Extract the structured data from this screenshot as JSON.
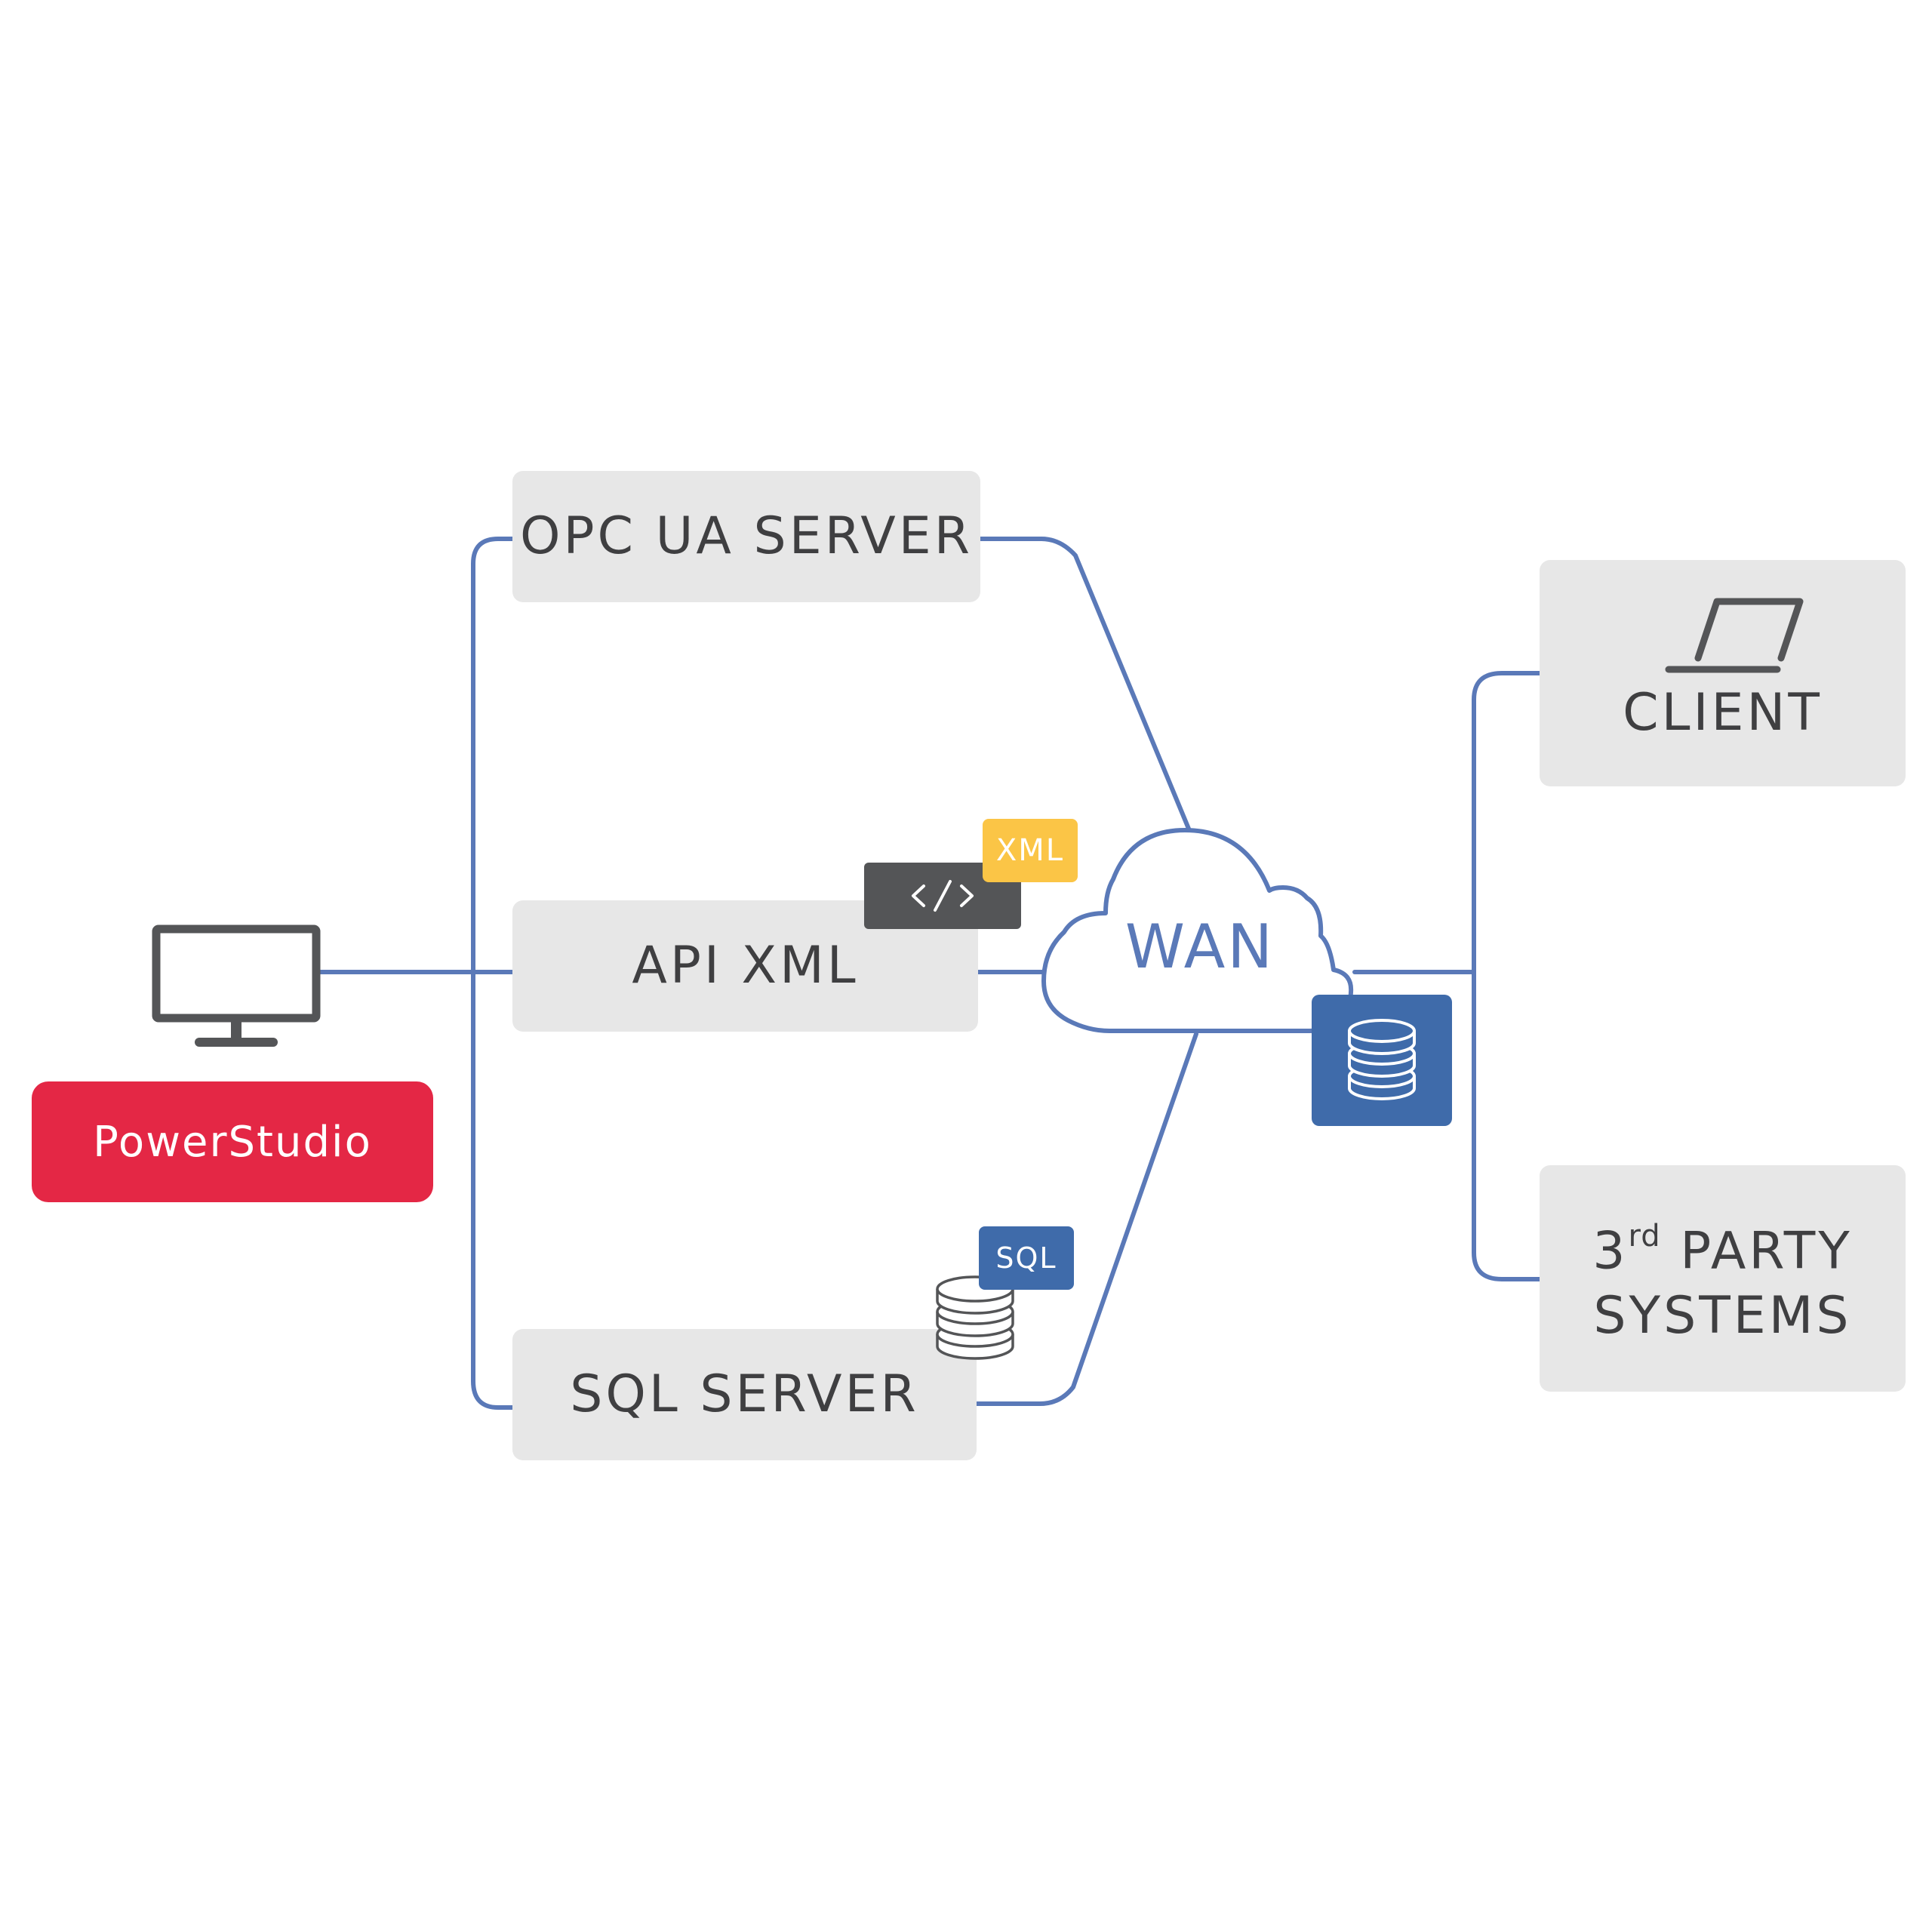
{
  "nodes": {
    "powerstudio": "PowerStudio",
    "opc_ua_server": "OPC UA SERVER",
    "api_xml": "API XML",
    "sql_server": "SQL SERVER",
    "wan": "WAN",
    "client": "CLIENT",
    "third_party_prefix": "3",
    "third_party_sup": "rd",
    "third_party_line1_rest": " PARTY",
    "third_party_line2": "SYSTEMS"
  },
  "tags": {
    "xml": "XML",
    "sql": "SQL"
  },
  "icons": {
    "monitor": "monitor-icon",
    "laptop": "laptop-icon",
    "code": "code-brackets-icon",
    "database": "database-icon",
    "cloud": "cloud-icon"
  },
  "colors": {
    "line": "#5a79b8",
    "box": "#e7e7e7",
    "text": "#3f3f41",
    "powerstudio": "#e42745",
    "xml_tag": "#fbc546",
    "sql_tag": "#3f6baa",
    "code_tag": "#545557"
  }
}
